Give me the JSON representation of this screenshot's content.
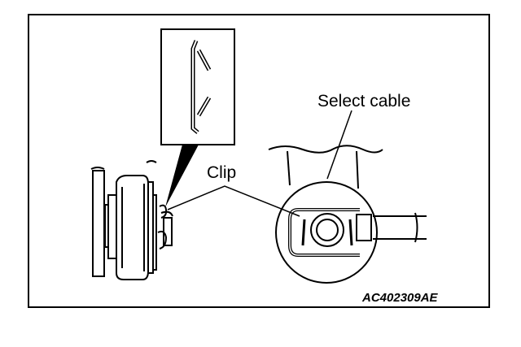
{
  "labels": {
    "select_cable": "Select cable",
    "clip": "Clip",
    "figure_code": "AC402309AE"
  },
  "colors": {
    "ink": "#000000",
    "paper": "#ffffff"
  }
}
